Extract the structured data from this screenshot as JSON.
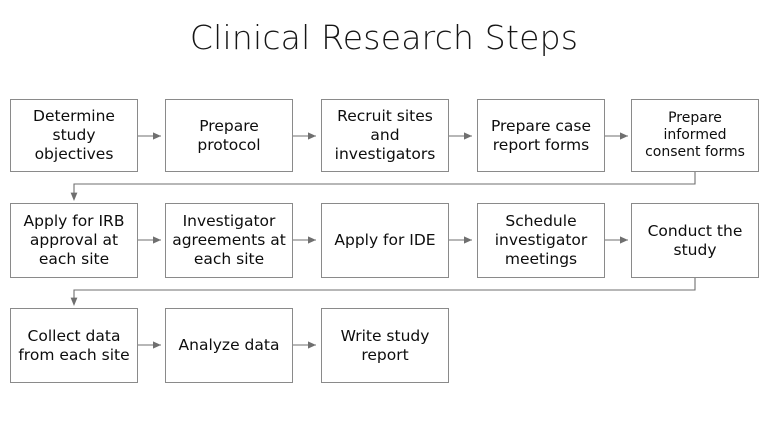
{
  "title": "Clinical Research Steps",
  "colors": {
    "background": "#ffffff",
    "box_border": "#8a8a8a",
    "connector": "#6f6f6f",
    "text": "#0d0d0d",
    "title_text": "#161616"
  },
  "diagram": {
    "type": "flowchart",
    "orientation": "left-to-right, wrapping rows",
    "rows": [
      {
        "index": 1,
        "nodes": [
          {
            "id": "n1",
            "label": "Determine study objectives"
          },
          {
            "id": "n2",
            "label": "Prepare protocol"
          },
          {
            "id": "n3",
            "label": "Recruit sites and investigators"
          },
          {
            "id": "n4",
            "label": "Prepare case report forms"
          },
          {
            "id": "n5",
            "label": "Prepare informed consent forms"
          }
        ]
      },
      {
        "index": 2,
        "nodes": [
          {
            "id": "n6",
            "label": "Apply for IRB approval at each site"
          },
          {
            "id": "n7",
            "label": "Investigator agreements at each site"
          },
          {
            "id": "n8",
            "label": "Apply for IDE"
          },
          {
            "id": "n9",
            "label": "Schedule investigator meetings"
          },
          {
            "id": "n10",
            "label": "Conduct the study"
          }
        ]
      },
      {
        "index": 3,
        "nodes": [
          {
            "id": "n11",
            "label": "Collect data from each site"
          },
          {
            "id": "n12",
            "label": "Analyze data"
          },
          {
            "id": "n13",
            "label": "Write study report"
          }
        ]
      }
    ],
    "connectors": [
      {
        "from": "n1",
        "to": "n2",
        "kind": "arrow-right"
      },
      {
        "from": "n2",
        "to": "n3",
        "kind": "arrow-right"
      },
      {
        "from": "n3",
        "to": "n4",
        "kind": "arrow-right"
      },
      {
        "from": "n4",
        "to": "n5",
        "kind": "arrow-right"
      },
      {
        "from": "n5",
        "to": "n6",
        "kind": "wrap-down-left"
      },
      {
        "from": "n6",
        "to": "n7",
        "kind": "arrow-right"
      },
      {
        "from": "n7",
        "to": "n8",
        "kind": "arrow-right"
      },
      {
        "from": "n8",
        "to": "n9",
        "kind": "arrow-right"
      },
      {
        "from": "n9",
        "to": "n10",
        "kind": "arrow-right"
      },
      {
        "from": "n10",
        "to": "n11",
        "kind": "wrap-down-left"
      },
      {
        "from": "n11",
        "to": "n12",
        "kind": "arrow-right"
      },
      {
        "from": "n12",
        "to": "n13",
        "kind": "arrow-right"
      }
    ]
  }
}
